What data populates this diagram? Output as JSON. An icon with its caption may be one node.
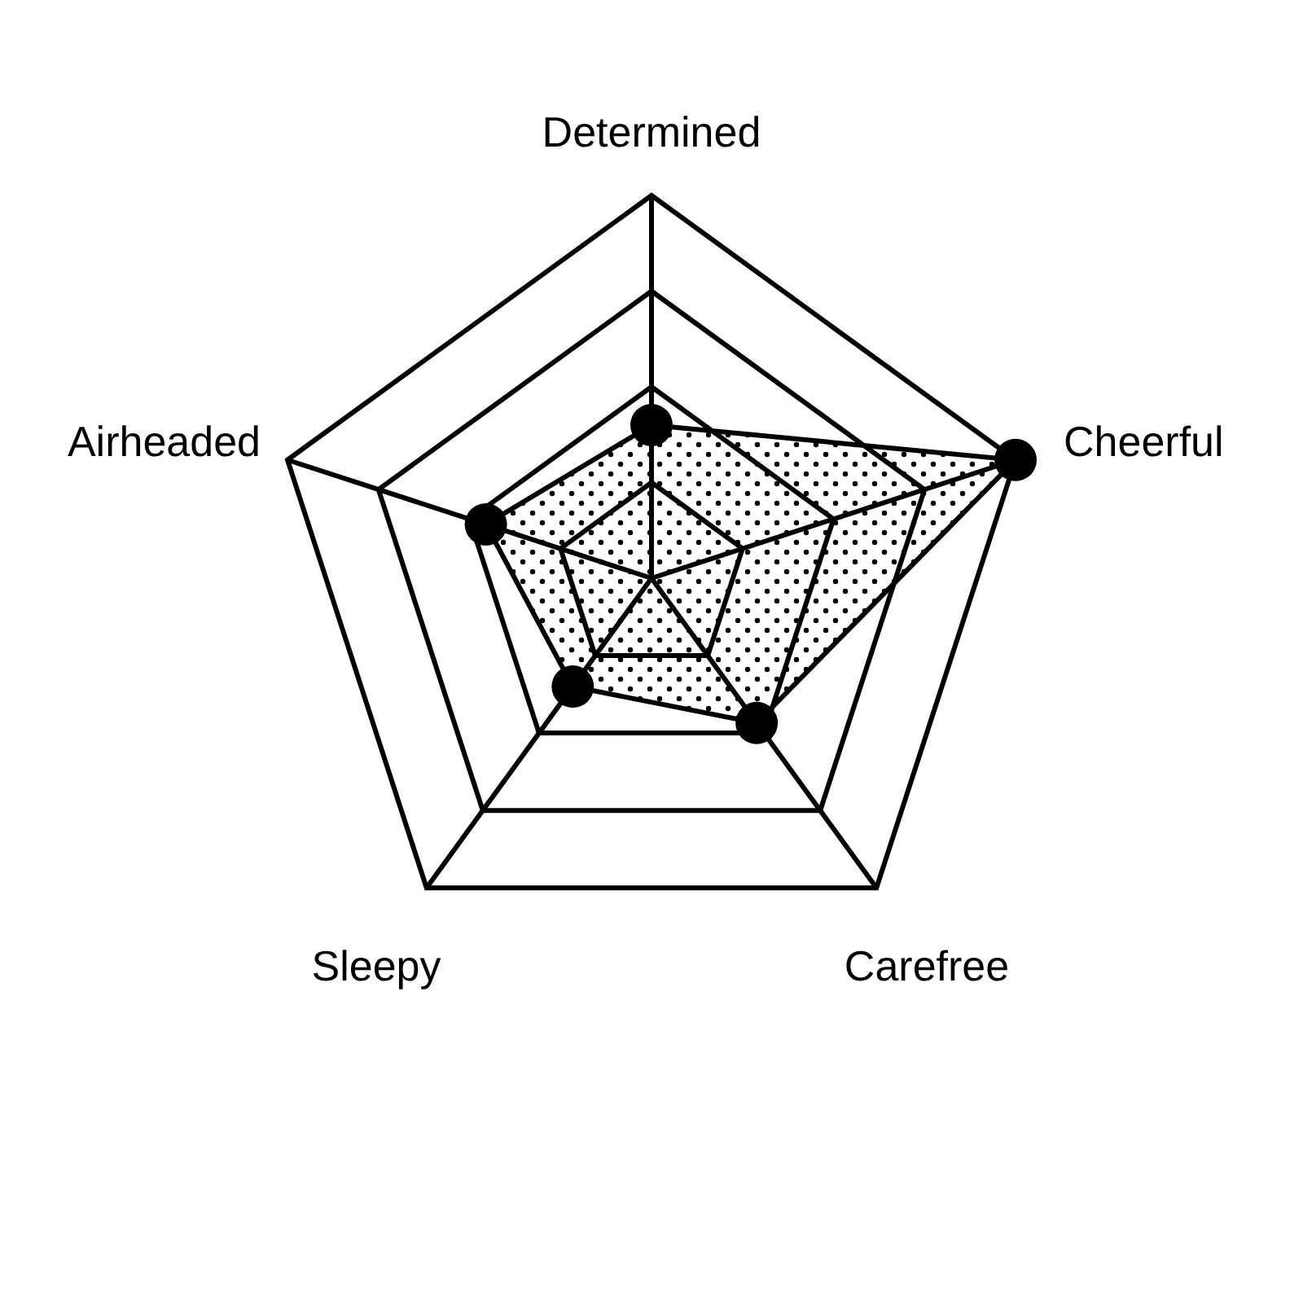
{
  "diagram": {
    "labels": [
      "Determined",
      "Cheerful",
      "Carefree",
      "Sleepy",
      "Airheaded"
    ]
  }
}
